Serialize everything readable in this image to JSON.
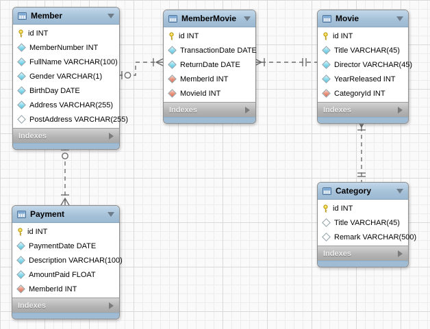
{
  "canvas": {
    "background": "#fafafa",
    "grid_minor_color": "#ececec",
    "grid_major_color": "#d9d9d9"
  },
  "colors": {
    "table_header_blue": "#a6c2d9",
    "table_footer_bar_blue": "#9fbcd4",
    "indexes_row_gray": "#b3b3b3",
    "primary_key_yellow": "#f3d43a",
    "column_diamond_cyan": "#8fdcee",
    "foreign_key_diamond_red": "#ea9681",
    "relationship_line_gray": "#6b6b6b"
  },
  "tables": {
    "member": {
      "title": "Member",
      "indexes_label": "Indexes",
      "columns": [
        {
          "text": "id INT",
          "icon": "primary-key"
        },
        {
          "text": "MemberNumber INT",
          "icon": "column"
        },
        {
          "text": "FullName VARCHAR(100)",
          "icon": "column"
        },
        {
          "text": "Gender VARCHAR(1)",
          "icon": "column"
        },
        {
          "text": "BirthDay DATE",
          "icon": "column"
        },
        {
          "text": "Address VARCHAR(255)",
          "icon": "column"
        },
        {
          "text": "PostAddress VARCHAR(255)",
          "icon": "column-nullable"
        }
      ]
    },
    "membermovie": {
      "title": "MemberMovie",
      "indexes_label": "Indexes",
      "columns": [
        {
          "text": "id INT",
          "icon": "primary-key"
        },
        {
          "text": "TransactionDate DATE",
          "icon": "column"
        },
        {
          "text": "ReturnDate DATE",
          "icon": "column"
        },
        {
          "text": "MemberId INT",
          "icon": "foreign-key"
        },
        {
          "text": "MovieId INT",
          "icon": "foreign-key"
        }
      ]
    },
    "movie": {
      "title": "Movie",
      "indexes_label": "Indexes",
      "columns": [
        {
          "text": "id INT",
          "icon": "primary-key"
        },
        {
          "text": "Title VARCHAR(45)",
          "icon": "column"
        },
        {
          "text": "Director VARCHAR(45)",
          "icon": "column"
        },
        {
          "text": "YearReleased INT",
          "icon": "column"
        },
        {
          "text": "CategoryId INT",
          "icon": "foreign-key"
        }
      ]
    },
    "category": {
      "title": "Category",
      "indexes_label": "Indexes",
      "columns": [
        {
          "text": "id INT",
          "icon": "primary-key"
        },
        {
          "text": "Title VARCHAR(45)",
          "icon": "column-nullable"
        },
        {
          "text": "Remark VARCHAR(500)",
          "icon": "column-nullable"
        }
      ]
    },
    "payment": {
      "title": "Payment",
      "indexes_label": "Indexes",
      "columns": [
        {
          "text": "id INT",
          "icon": "primary-key"
        },
        {
          "text": "PaymentDate DATE",
          "icon": "column"
        },
        {
          "text": "Description VARCHAR(100)",
          "icon": "column"
        },
        {
          "text": "AmountPaid FLOAT",
          "icon": "column"
        },
        {
          "text": "MemberId INT",
          "icon": "foreign-key"
        }
      ]
    }
  },
  "relationships": [
    {
      "from": "Member",
      "to": "MemberMovie",
      "cardinality": "0..1 : many",
      "line_style": "dashed"
    },
    {
      "from": "Movie",
      "to": "MemberMovie",
      "cardinality": "1 : many",
      "line_style": "dashed"
    },
    {
      "from": "Category",
      "to": "Movie",
      "cardinality": "1 : many",
      "line_style": "dashed"
    },
    {
      "from": "Member",
      "to": "Payment",
      "cardinality": "0..1 : many",
      "line_style": "dashed"
    }
  ]
}
